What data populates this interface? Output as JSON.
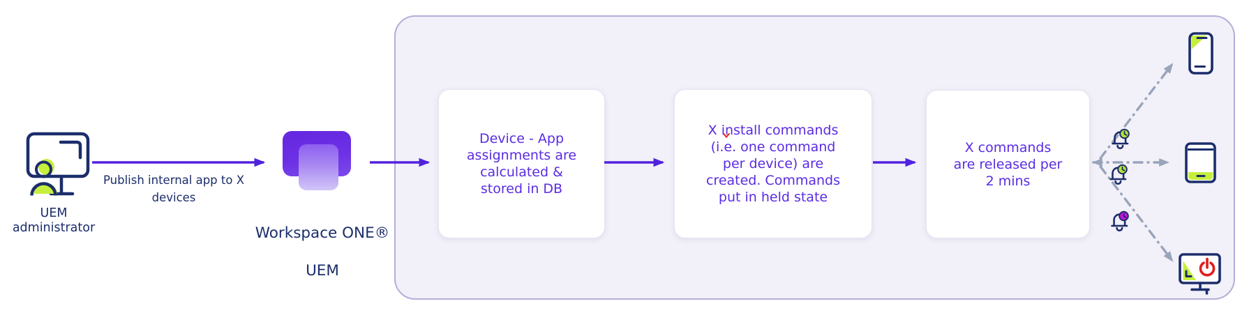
{
  "diagram": {
    "admin_label": "UEM\nadministrator",
    "publish_arrow_label": "Publish internal app to X\ndevices",
    "platform_title": "Workspace ONE®",
    "platform_subtitle": "UEM",
    "steps": [
      {
        "text": "Device - App\nassignments are\ncalculated &\nstored in DB"
      },
      {
        "text": "X install commands\n(i.e. one command\nper device) are\ncreated. Commands\nput in held state",
        "spellcheck_underline_word": "install"
      },
      {
        "text": "X commands\nare released per\n2 mins"
      }
    ],
    "release_targets": [
      {
        "icon": "smartphone-icon"
      },
      {
        "icon": "tablet-icon"
      },
      {
        "icon": "desktop-icon"
      }
    ],
    "notification_badges": [
      {
        "icon": "bell-clock-icon",
        "color": "#b5e335"
      },
      {
        "icon": "bell-clock-icon",
        "color": "#b5e335"
      },
      {
        "icon": "bell-clock-icon",
        "color": "#c316d8"
      }
    ],
    "colors": {
      "accent_purple": "#5122dd",
      "text_purple": "#5a2be2",
      "navy": "#1b2d6b",
      "lime_green": "#c6ef3d",
      "magenta": "#c316d8",
      "power_red": "#e21d1d",
      "connector_gray": "#98a4ba",
      "container_fill": "#f2f0f8",
      "container_border": "#b6add9"
    }
  }
}
